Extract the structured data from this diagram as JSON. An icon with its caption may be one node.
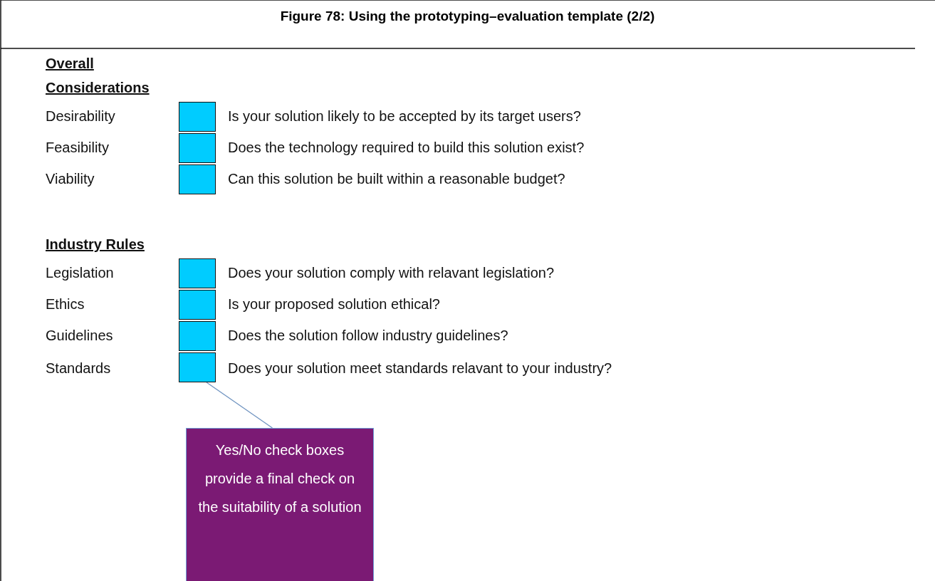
{
  "diagram": {
    "title": "Figure 78: Using the prototyping–evaluation template (2/2)",
    "nodes": [
      {
        "text": [],
        "shape": "box"
      },
      {
        "text": [],
        "shape": "box"
      },
      {
        "text": [],
        "shape": "box"
      },
      {
        "text": [],
        "shape": "box"
      },
      {
        "text": [],
        "shape": "box"
      },
      {
        "text": [],
        "shape": "box"
      },
      {
        "text": [],
        "shape": "box"
      },
      {
        "text": [
          "Yes/No check boxes provide a final check on the suitability of a solution"
        ]
      }
    ],
    "edges": [
      {
        "from": 7,
        "to": 6,
        "arrow": "none"
      }
    ],
    "labels": [
      "Overall Considerations",
      "Desirability",
      "Is your solution likely to be accepted by its target users?",
      "Feasibility",
      "Does the technology required to build this solution exist?",
      "Viability",
      "Can this solution be built within a reasonable budget?",
      "Industry Rules",
      "Legislation",
      "Does your solution comply with relavant legislation?",
      "Ethics",
      "Is your proposed solution ethical?",
      "Guidelines",
      "Does the solution follow industry guidelines?",
      "Standards",
      "Does your solution meet standards relavant to your industry?"
    ]
  }
}
